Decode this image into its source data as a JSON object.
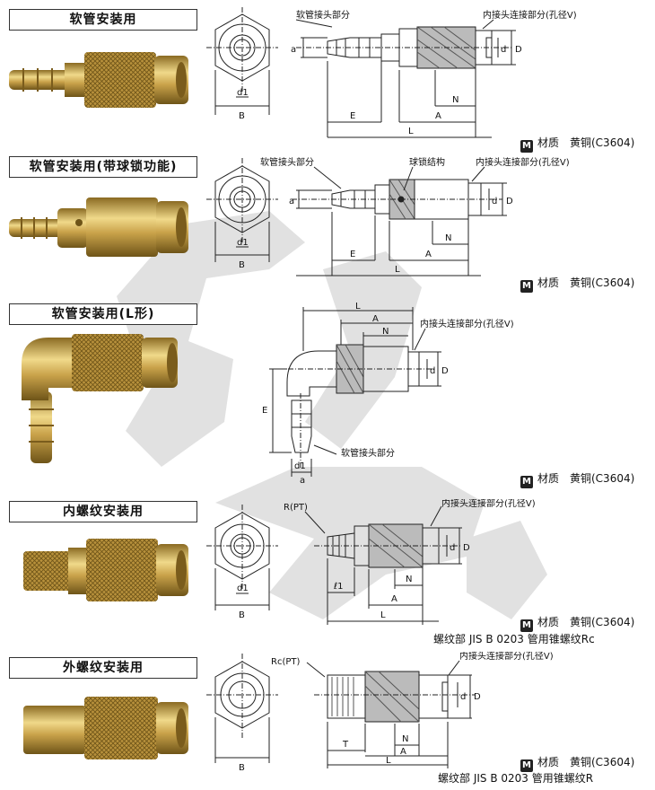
{
  "sections": [
    {
      "title": "软管安装用",
      "callout_a": "软管接头部分",
      "callout_b": "内接头连接部分(孔径V)",
      "dims": {
        "a": "a",
        "d1": "d1",
        "B": "B",
        "E": "E",
        "L": "L",
        "A": "A",
        "N": "N",
        "d": "d",
        "D": "D"
      },
      "material_mark": "M",
      "material": "材质　黄铜(C3604)"
    },
    {
      "title": "软管安装用(带球锁功能)",
      "callout_a": "软管接头部分",
      "callout_c": "球锁结构",
      "callout_b": "内接头连接部分(孔径V)",
      "dims": {
        "a": "a",
        "d1": "d1",
        "B": "B",
        "E": "E",
        "L": "L",
        "A": "A",
        "N": "N",
        "d": "d",
        "D": "D"
      },
      "material_mark": "M",
      "material": "材质　黄铜(C3604)"
    },
    {
      "title": "软管安装用(L形)",
      "callout_a": "软管接头部分",
      "callout_b": "内接头连接部分(孔径V)",
      "dims": {
        "L": "L",
        "A": "A",
        "N": "N",
        "E": "E",
        "d1": "d1",
        "a": "a",
        "d": "d",
        "D": "D"
      },
      "material_mark": "M",
      "material": "材质　黄铜(C3604)"
    },
    {
      "title": "内螺纹安装用",
      "callout_a": "R(PT)",
      "callout_b": "内接头连接部分(孔径V)",
      "dims": {
        "d1": "d1",
        "B": "B",
        "l1": "ℓ1",
        "N": "N",
        "A": "A",
        "L": "L",
        "d": "d",
        "D": "D"
      },
      "material_mark": "M",
      "material": "材质　黄铜(C3604)",
      "note": "螺纹部 JIS B 0203 管用锥螺纹Rc"
    },
    {
      "title": "外螺纹安装用",
      "callout_a": "Rc(PT)",
      "callout_b": "内接头连接部分(孔径V)",
      "dims": {
        "B": "B",
        "T": "T",
        "N": "N",
        "A": "A",
        "L": "L",
        "d": "d",
        "D": "D"
      },
      "material_mark": "M",
      "material": "材质　黄铜(C3604)",
      "note": "螺纹部 JIS B 0203 管用锥螺纹R"
    }
  ],
  "colors": {
    "brass": "#c9a24a",
    "brass_dark": "#8a6a22",
    "brass_light": "#f0d98a",
    "line": "#222222",
    "watermark": "#d8d8d8"
  }
}
